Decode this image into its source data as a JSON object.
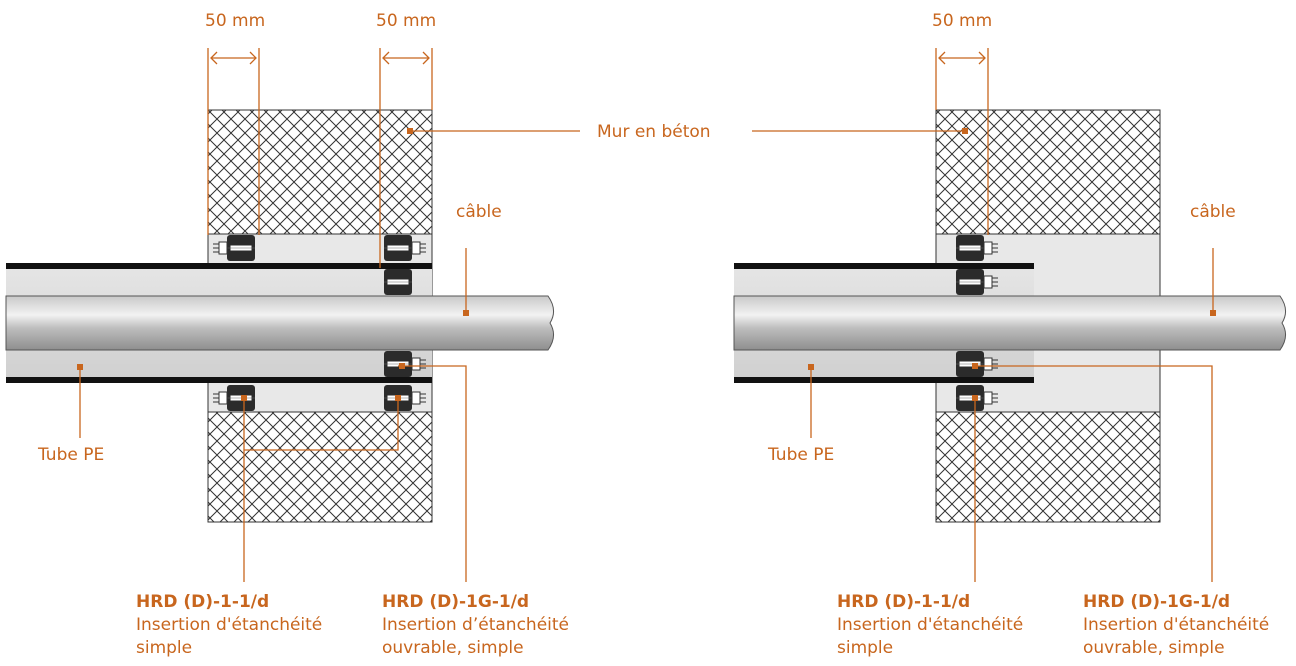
{
  "dimensions": {
    "left_gap_1": "50 mm",
    "left_gap_2": "50 mm",
    "right_gap_1": "50 mm"
  },
  "labels": {
    "wall": "Mur en béton",
    "cable_left": "câble",
    "cable_right": "câble",
    "tube_left": "Tube PE",
    "tube_right": "Tube PE"
  },
  "products": {
    "left_a": {
      "code": "HRD (D)-1-1/d",
      "line1": "Insertion d'étanchéité",
      "line2": "simple"
    },
    "left_b": {
      "code": "HRD (D)-1G-1/d",
      "line1": "Insertion d’étanchéité",
      "line2": "ouvrable, simple"
    },
    "right_a": {
      "code": "HRD (D)-1-1/d",
      "line1": "Insertion d'étanchéité",
      "line2": "simple"
    },
    "right_b": {
      "code": "HRD (D)-1G-1/d",
      "line1": "Insertion d'étanchéité",
      "line2": "ouvrable, simple"
    }
  },
  "colors": {
    "accent": "#c8661e",
    "hatch": "#333333",
    "seal": "#2b2b2b",
    "tube": "#d8d8d8"
  }
}
